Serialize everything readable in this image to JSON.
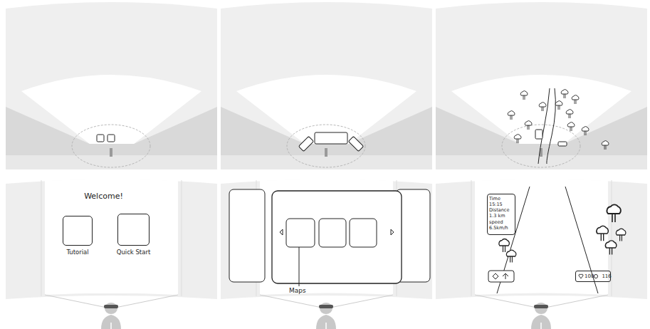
{
  "diagram": {
    "nodes": [
      {
        "text": [
          "Welcome!"
        ]
      },
      {
        "text": [
          "Tutorial"
        ],
        "in": 0
      },
      {
        "text": [
          "Quick Start"
        ],
        "in": 0
      },
      {
        "text": [
          "Time 15:15 Distance 1.3 km speed 6.5km/h"
        ]
      },
      {
        "text": [
          "100",
          "116"
        ]
      }
    ],
    "labels": [
      "Maps"
    ]
  }
}
